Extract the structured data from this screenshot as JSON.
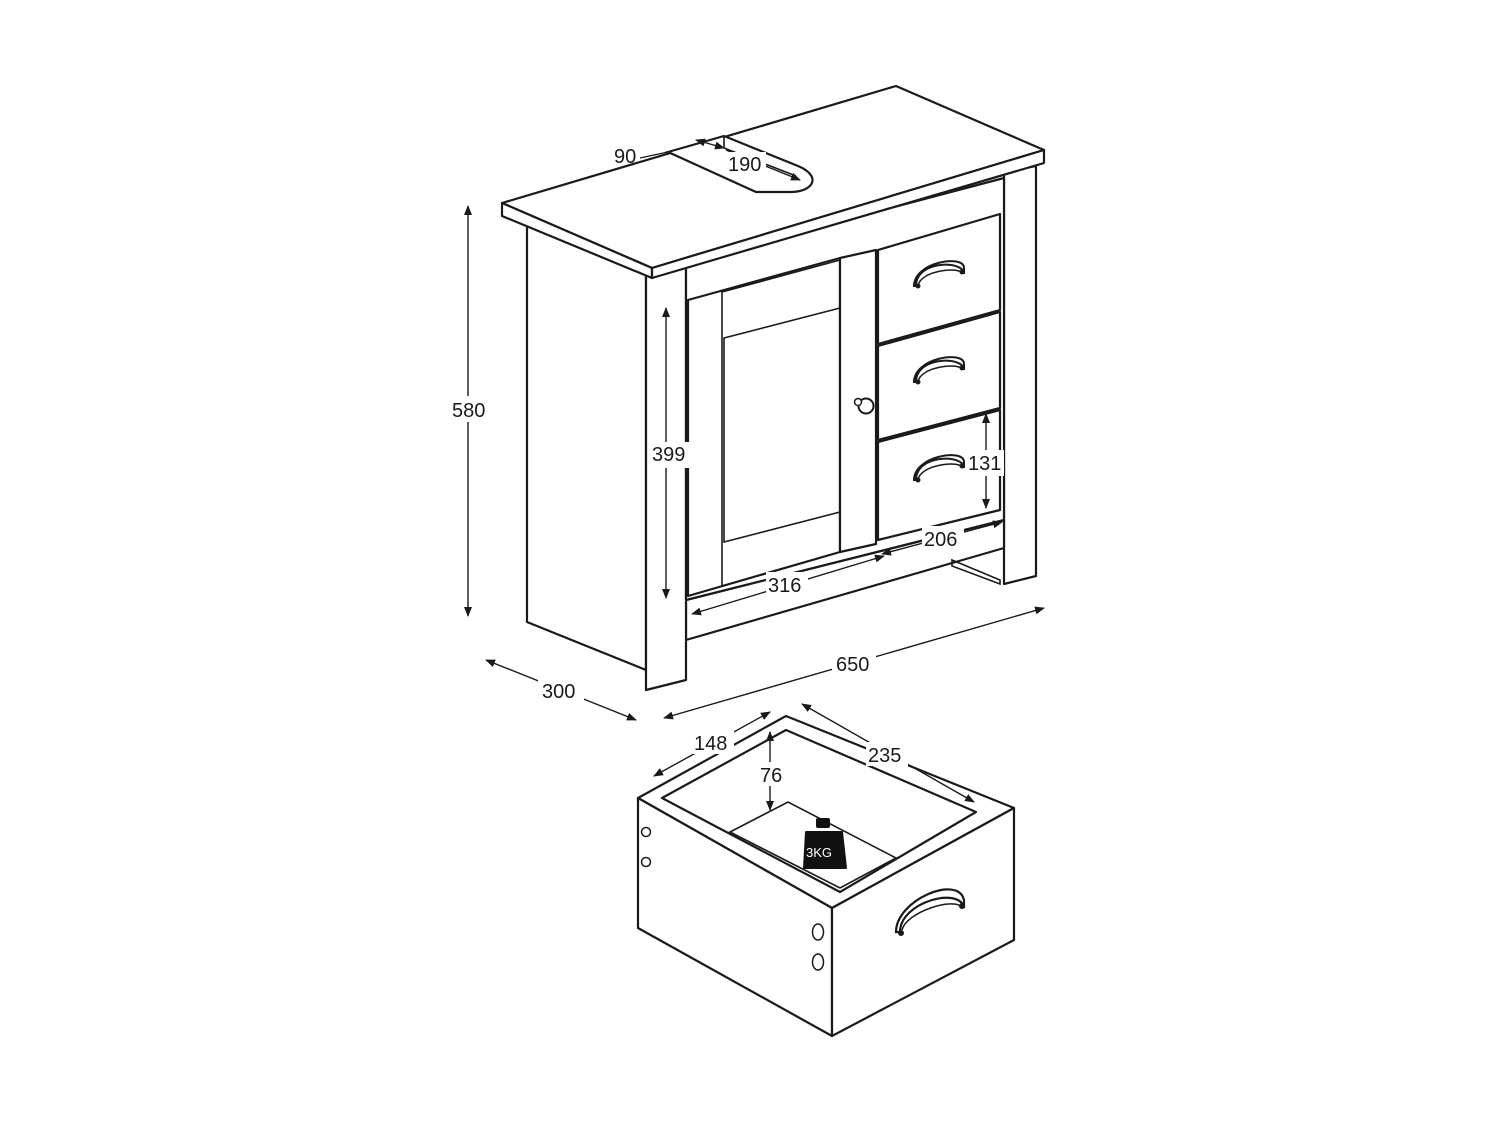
{
  "dimensions": {
    "height_total": "580",
    "depth": "300",
    "width": "650",
    "cutout_depth": "90",
    "cutout_width": "190",
    "door_height": "399",
    "door_width": "316",
    "drawer_front_width": "206",
    "drawer_front_height": "131",
    "drawer_inner_depth": "148",
    "drawer_inner_length": "235",
    "drawer_inner_height": "76"
  },
  "weight_label": "3KG",
  "colors": {
    "line": "#1a1a1a",
    "background": "#ffffff",
    "weight_fill": "#111111"
  }
}
